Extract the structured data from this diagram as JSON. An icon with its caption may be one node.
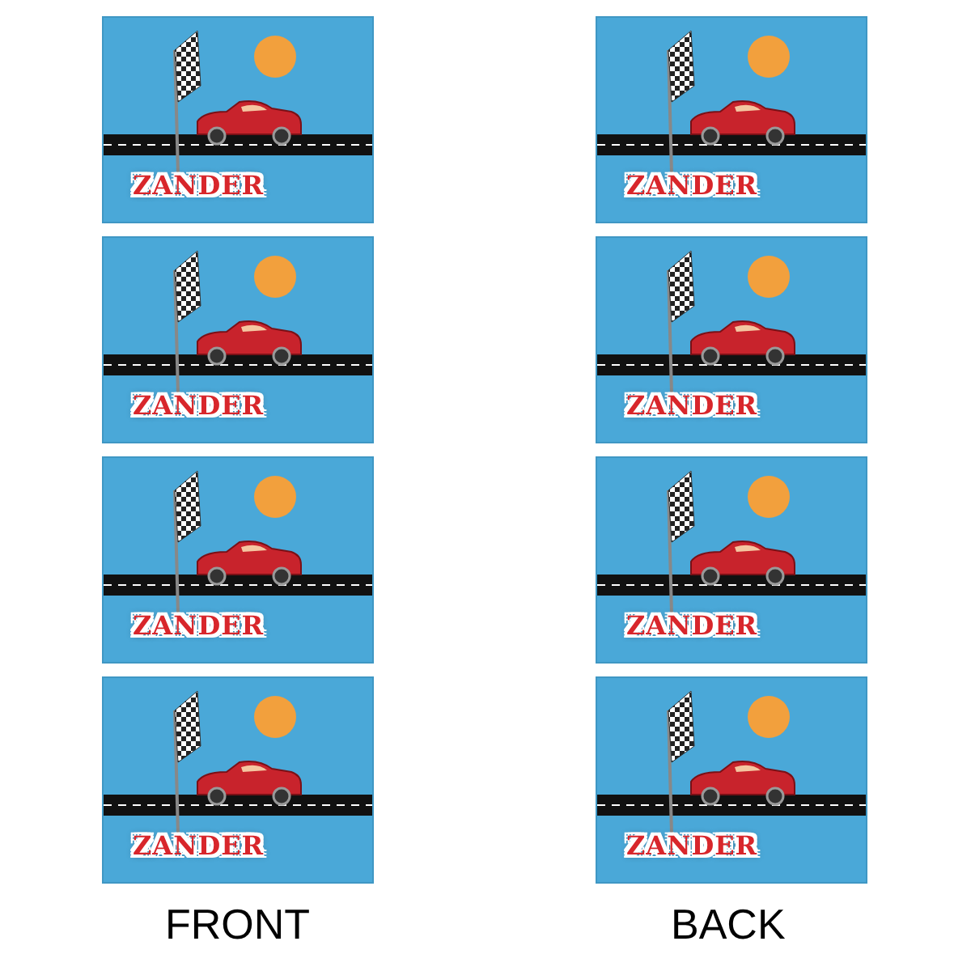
{
  "diagram": {
    "nodes": [
      {
        "text": [
          "ZANDER"
        ]
      },
      {
        "text": [
          "ZANDER"
        ]
      },
      {
        "text": [
          "ZANDER"
        ]
      },
      {
        "text": [
          "ZANDER"
        ]
      },
      {
        "text": [
          "ZANDER"
        ]
      },
      {
        "text": [
          "ZANDER"
        ]
      },
      {
        "text": [
          "ZANDER"
        ]
      },
      {
        "text": [
          "ZANDER"
        ]
      }
    ],
    "labels": [
      "FRONT",
      "BACK"
    ]
  }
}
